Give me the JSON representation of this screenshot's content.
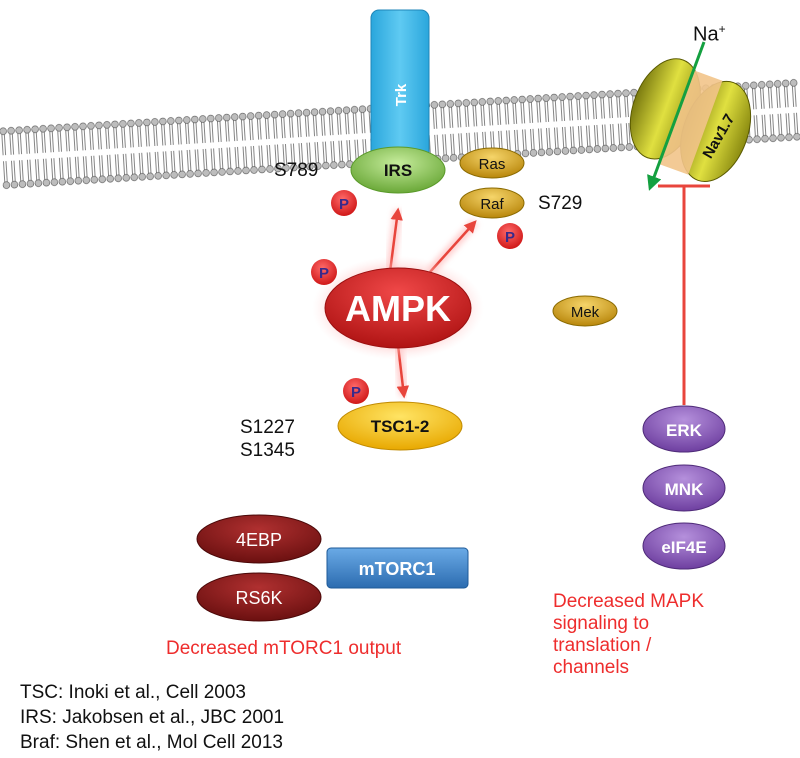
{
  "nodes": {
    "trk": "Trk",
    "irs": "IRS",
    "ras": "Ras",
    "raf": "Raf",
    "mek": "Mek",
    "ampk": "AMPK",
    "tsc": "TSC1-2",
    "febp": "4EBP",
    "rs6k": "RS6K",
    "mtorc1": "mTORC1",
    "erk": "ERK",
    "mnk": "MNK",
    "eif4e": "eIF4E",
    "nav": "Nav1.7",
    "na": "Na",
    "na_sup": "+",
    "p": "P"
  },
  "sites": {
    "s789": "S789",
    "s729": "S729",
    "s1227": "S1227",
    "s1345": "S1345"
  },
  "outputs": {
    "mtorc1": "Decreased mTORC1 output",
    "mapk": [
      "Decreased MAPK",
      "signaling to",
      "translation /",
      "channels"
    ]
  },
  "references": [
    "TSC: Inoki et al., Cell 2003",
    "IRS: Jakobsen et al., JBC 2001",
    "Braf: Shen et al., Mol Cell 2013"
  ],
  "colors": {
    "ampk": "#d42020",
    "arrow": "#e8453c",
    "inhibit": "#e8453c",
    "irs": "#8cc860",
    "trk": "#3db4e6",
    "kinase_gold": "#d9a81a",
    "tsc": "#f7c600",
    "mtorc1_blue": "#3a7fc4",
    "dark_red": "#8b1a1a",
    "purple": "#8a5ab8",
    "output_text": "#ee2d2d",
    "na_arrow": "#14a040"
  }
}
